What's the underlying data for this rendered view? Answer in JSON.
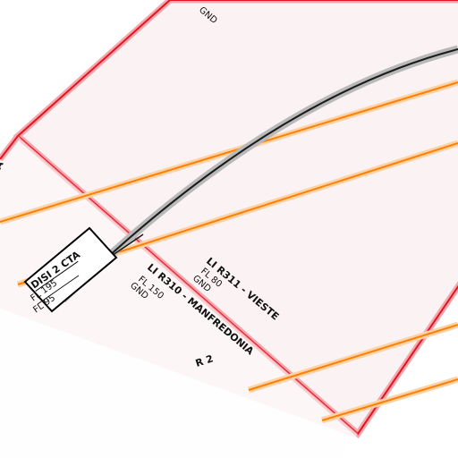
{
  "map": {
    "colors": {
      "restricted_area_border": "#e8121e",
      "restricted_area_fill": "#fbf2f3",
      "route_line": "#ff7f00",
      "airway_line": "#111111",
      "cta_box_border": "#000000"
    },
    "areas": [
      {
        "name": "LI R310 - MANFREDONIA",
        "upper": "FL 150",
        "lower": "GND"
      },
      {
        "name": "LI R311 - VIESTE",
        "upper": "FL 80",
        "lower": "GND"
      }
    ],
    "cta": {
      "name": "DISI 2 CTA",
      "upper": "FL 195",
      "lower": "FL 95"
    },
    "partial_labels": {
      "top_lower": "GND",
      "left_edge": "A",
      "bottom_sector": "R 2"
    }
  }
}
